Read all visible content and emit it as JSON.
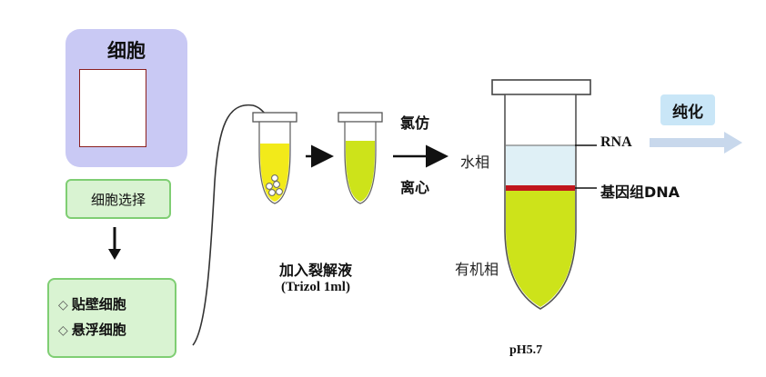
{
  "cell_panel": {
    "title": "细胞"
  },
  "steps": {
    "cell_selection": "细胞选择",
    "cell_types": [
      "贴壁细胞",
      "悬浮细胞"
    ],
    "lysis_label": "加入裂解液",
    "lysis_reagent": "(Trizol 1ml)",
    "chloroform": "氯仿",
    "centrifuge": "离心",
    "purify": "纯化"
  },
  "phases": {
    "aqueous": "水相",
    "organic": "有机相",
    "rna": "RNA",
    "genomic_dna": "基因组DNA",
    "ph": "pH5.7"
  },
  "colors": {
    "panel_bg": "#c9c9f4",
    "green_box_bg": "#d9f3d2",
    "green_box_border": "#7fce73",
    "lysate_yellow": "#f2ea1a",
    "organic_phase": "#cde31a",
    "aqueous_phase": "#dff0f6",
    "dna_band": "#c0161c",
    "purify_box": "#c9e6f7",
    "purify_arrow": "#c8d8ec"
  },
  "icons": {
    "diamond": "◇"
  }
}
